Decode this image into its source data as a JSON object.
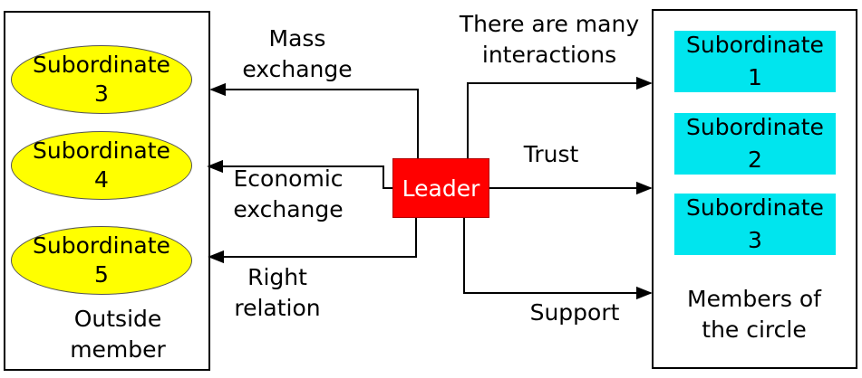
{
  "outside": {
    "subordinates": [
      "Subordinate\n3",
      "Subordinate\n4",
      "Subordinate\n5"
    ],
    "label": "Outside\nmember"
  },
  "circle": {
    "subordinates": [
      "Subordinate\n1",
      "Subordinate\n2",
      "Subordinate\n3"
    ],
    "label": "Members of\nthe circle"
  },
  "leader": {
    "label": "Leader"
  },
  "edges": {
    "mass_exchange": "Mass\nexchange",
    "economic_exchange": "Economic\nexchange",
    "right_relation": "Right\nrelation",
    "interactions": "There are many\ninteractions",
    "trust": "Trust",
    "support": "Support"
  },
  "colors": {
    "outside_fill": "#ffff00",
    "circle_fill": "#00e5ee",
    "leader_fill": "#ff0000",
    "leader_text": "#ffffff"
  }
}
